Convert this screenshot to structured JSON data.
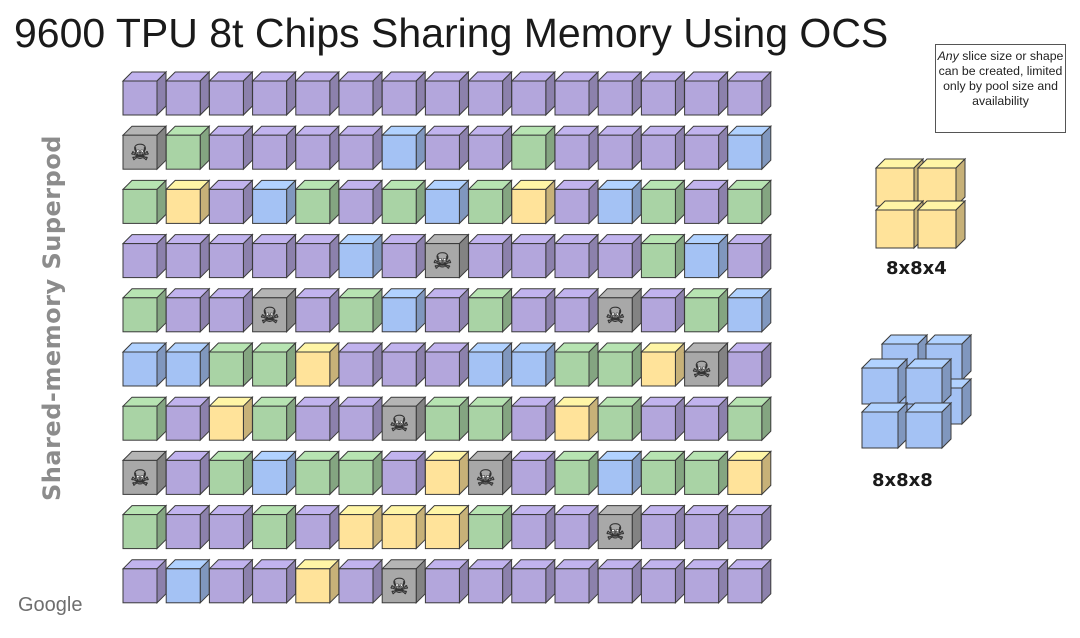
{
  "title": "9600 TPU 8t Chips Sharing Memory Using OCS",
  "side_label": "Shared-memory Superpod",
  "brand": "Google",
  "note": {
    "italic": "Any",
    "rest": " slice size or shape can be created, limited only by pool size and availability"
  },
  "slices": [
    {
      "label": "8x8x4",
      "color": "yellow"
    },
    {
      "label": "8x8x8",
      "color": "blue"
    }
  ],
  "colors": {
    "purple": "#b3a6dc",
    "green": "#a9d3a5",
    "blue": "#a4c2f4",
    "yellow": "#ffe39a",
    "failed": "#a8a8a8"
  },
  "legend_codes": {
    "P": "purple",
    "G": "green",
    "B": "blue",
    "Y": "yellow",
    "X": "failed"
  },
  "grid_rows": [
    "PPPPPPPPPPPPPPP",
    "XGPPPPBPPGPPPPB",
    "GYPBGPGBGYPBGPG",
    "PPPPPBPXPPPPGBP",
    "GPPXPGBPGPPXPGB",
    "BBGGYPPPBBGGYXP",
    "GPYGPPXGGPYGPPG",
    "XPGBGGPYXPGBGGY",
    "GPPGPYYYGPPXPPP",
    "PBPPYPXPPPPPPPP"
  ]
}
